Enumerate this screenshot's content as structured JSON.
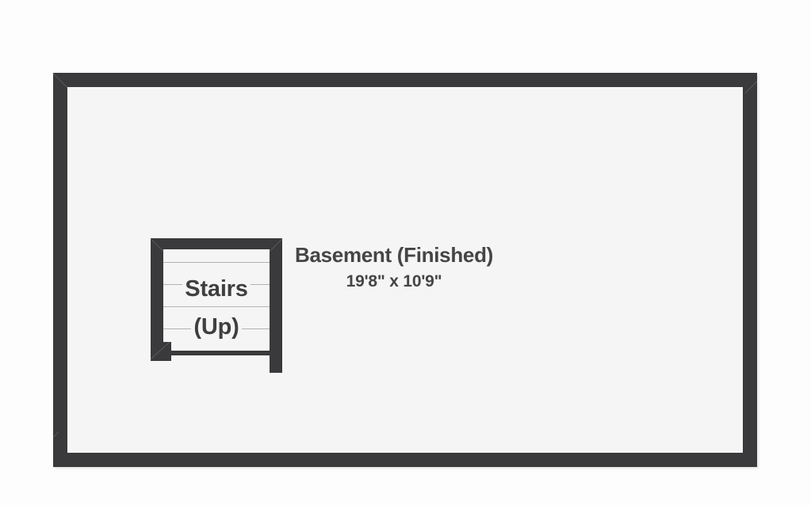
{
  "floorplan": {
    "background_color": "#fdfdfd",
    "wall_color": "#3a3a3c",
    "floor_color": "#f5f5f5",
    "tread_color": "#b3b3b3",
    "text_color": "#454545",
    "room": {
      "name": "Basement (Finished)",
      "dimensions": "19'8\" x 10'9\"",
      "width_ft": "19'8\"",
      "depth_ft": "10'9\""
    },
    "stairs": {
      "label_line1": "Stairs",
      "label_line2": "(Up)",
      "tread_count": 5,
      "tread_offsets": [
        16,
        44,
        72,
        100,
        128
      ]
    }
  }
}
